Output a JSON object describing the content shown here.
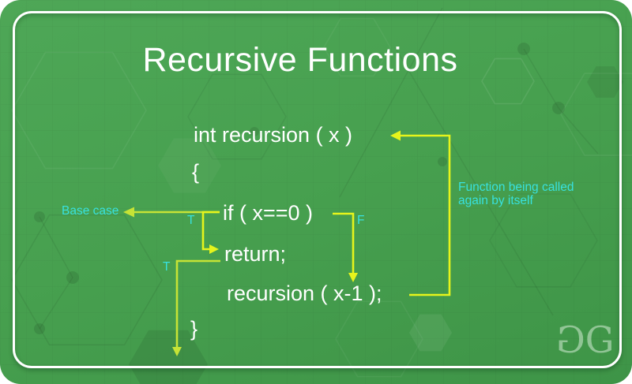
{
  "title": "Recursive Functions",
  "code": {
    "lines": [
      "int recursion ( x )",
      "{",
      "if ( x==0 )",
      "return;",
      "recursion ( x-1 );",
      "}"
    ]
  },
  "labels": {
    "base_case": "Base case",
    "t_if_true": "T",
    "t_exit_true": "T",
    "f_false": "F",
    "note_line1": "Function being called",
    "note_line2": "again by itself"
  },
  "logo": {
    "g1": "G",
    "g2": "G"
  },
  "colors": {
    "card_green": "#47a04f",
    "card_green_light": "#4ea757",
    "card_green_dark": "#3e9447",
    "arrow_yellow": "#e6f41c",
    "arrow_yellow_soft": "#c6e336",
    "label_cyan": "#38e1de",
    "text_white": "#ffffff"
  }
}
